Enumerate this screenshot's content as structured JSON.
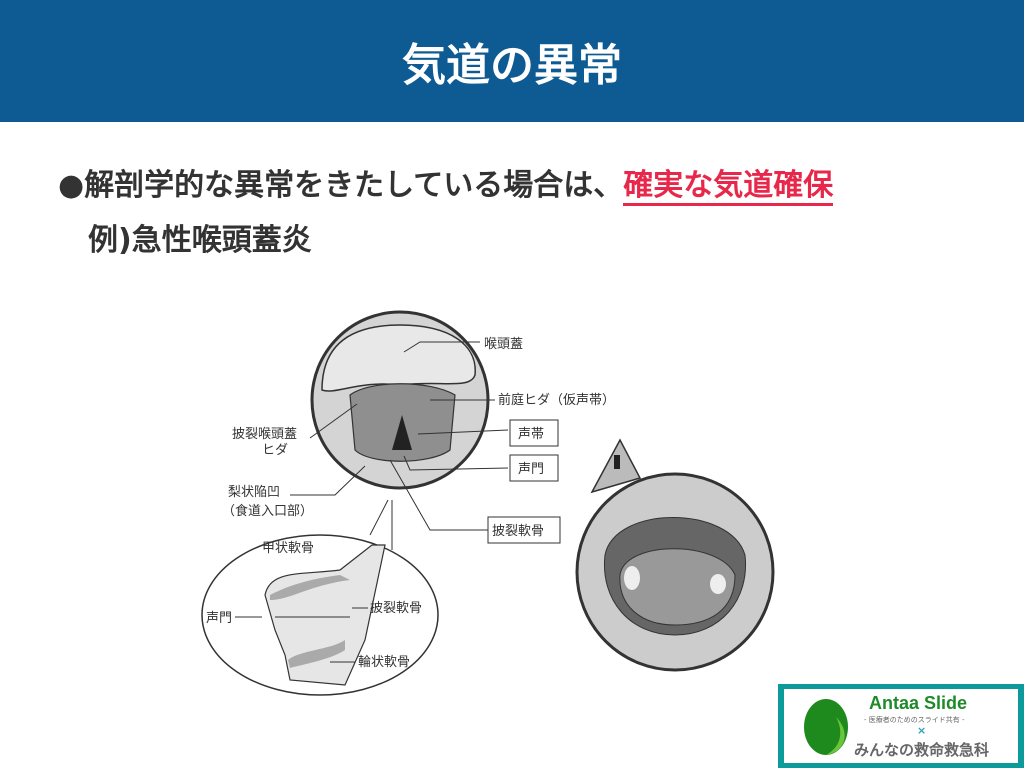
{
  "header": {
    "title": "気道の異常"
  },
  "bullets": [
    {
      "marker": "●",
      "text": "解剖学的な異常をきたしている場合は、",
      "emphasis": "確実な気道確保"
    },
    {
      "text": "例)急性喉頭蓋炎"
    }
  ],
  "figure": {
    "labels": {
      "epiglottis": "喉頭蓋",
      "vestibular_fold": "前庭ヒダ（仮声帯）",
      "vocal_cord": "声帯",
      "glottis": "声門",
      "aryepiglottic_fold_1": "披裂喉頭蓋",
      "aryepiglottic_fold_2": "ヒダ",
      "piriform_1": "梨状陥凹",
      "piriform_2": "（食道入口部）",
      "arytenoid": "披裂軟骨",
      "thyroid": "甲状軟骨",
      "glottis_side": "声門",
      "arytenoid_side": "披裂軟骨",
      "cricoid": "輪状軟骨"
    }
  },
  "logo": {
    "title": "Antaa Slide",
    "subtitle": "- 医療者のためのスライド共有 -",
    "cross": "×",
    "partner": "みんなの救命救急科"
  },
  "colors": {
    "header": "#0e5a93",
    "emphasis": "#e8284b",
    "logo_frame": "#0d9a9a"
  }
}
